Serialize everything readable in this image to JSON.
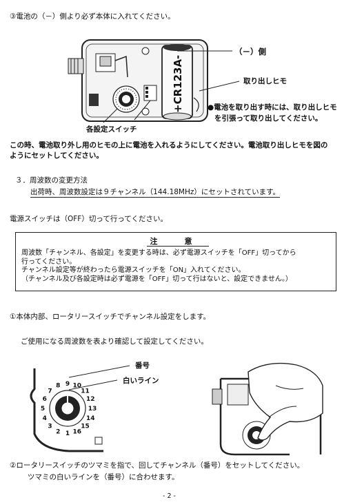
{
  "step3_heading": "③電池の（－）側より必ず本体に入れてください。",
  "diagram1": {
    "label_minus": "（－）側",
    "label_pull": "取り出しヒモ",
    "note_line1": "●電池を取り出す時には、取り出しヒモ",
    "note_line2": "を引張って取り出してください。",
    "label_switch": "各設定スイッチ",
    "battery_text": "+CR123A-"
  },
  "para1_line1": "この時、電池取り外し用のヒモの上に電池を入れるようにしてください。電池取り出しヒモを図の",
  "para1_line2": "ようにセットしてください。",
  "section3_title": "３．周波数の変更方法",
  "section3_sub": "出荷時、周波数設定は９チャンネル（144.18MHz）にセットされています。",
  "power_note": "電源スイッチは（OFF）切って行ってください。",
  "caution": {
    "title": "注　意",
    "body": "周波数「チャンネル、各設定」を変更する時は、必ず電源スイッチを「OFF」切ってから\n行ってください。\nチャンネル設定等が終わったら電源スイッチを「ON」入れてください。\n（チャンネル及び各設定時は必ず電源を「OFF」切って行はないと、設定できません。）"
  },
  "step1": "①本体内部、ロータリースイッチでチャンネル設定をします。",
  "step1_sub": "ご使用になる周波数を表より確認して設定してください。",
  "diagram2": {
    "label_number": "番号",
    "label_white_line": "白いライン",
    "dial_numbers": [
      "1",
      "2",
      "3",
      "4",
      "5",
      "6",
      "7",
      "8",
      "9",
      "10",
      "11",
      "12",
      "13",
      "14",
      "15",
      "16"
    ]
  },
  "step2_line1": "②ロータリースイッチのツマミを指で、回してチャンネル（番号）をセットしてください。",
  "step2_line2": "ツマミの白いラインを（番号）に合わせます。",
  "page_number": "- 2 -"
}
